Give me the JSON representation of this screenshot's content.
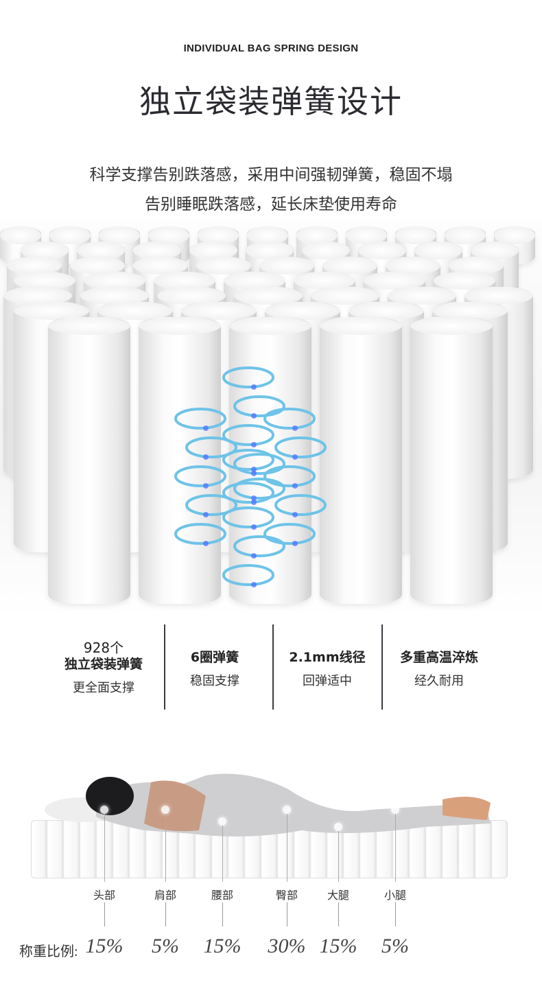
{
  "header": {
    "en_title": "INDIVIDUAL BAG SPRING DESIGN",
    "cn_title": "独立袋装弹簧设计",
    "subtitle_line1": "科学支撑告别跌落感，采用中间强韧弹簧，稳固不塌",
    "subtitle_line2": "告别睡眠跌落感，延长床垫使用寿命"
  },
  "stats": [
    {
      "top": "928个",
      "bold": "独立袋装弹簧",
      "regular": "更全面支撑"
    },
    {
      "bold": "6圈弹簧",
      "regular": "稳固支撑"
    },
    {
      "bold": "2.1mm线径",
      "regular": "回弹适中"
    },
    {
      "bold": "多重高温淬炼",
      "regular": "经久耐用"
    }
  ],
  "weight": {
    "label": "称重比例:",
    "parts": [
      {
        "name": "头部",
        "pct": "15%"
      },
      {
        "name": "肩部",
        "pct": "5%"
      },
      {
        "name": "腰部",
        "pct": "15%"
      },
      {
        "name": "臀部",
        "pct": "30%"
      },
      {
        "name": "大腿",
        "pct": "15%"
      },
      {
        "name": "小腿",
        "pct": "5%"
      }
    ]
  },
  "colors": {
    "spring": "#6ec3e8",
    "glow": "#4a6cff",
    "text": "#2b2b33"
  }
}
